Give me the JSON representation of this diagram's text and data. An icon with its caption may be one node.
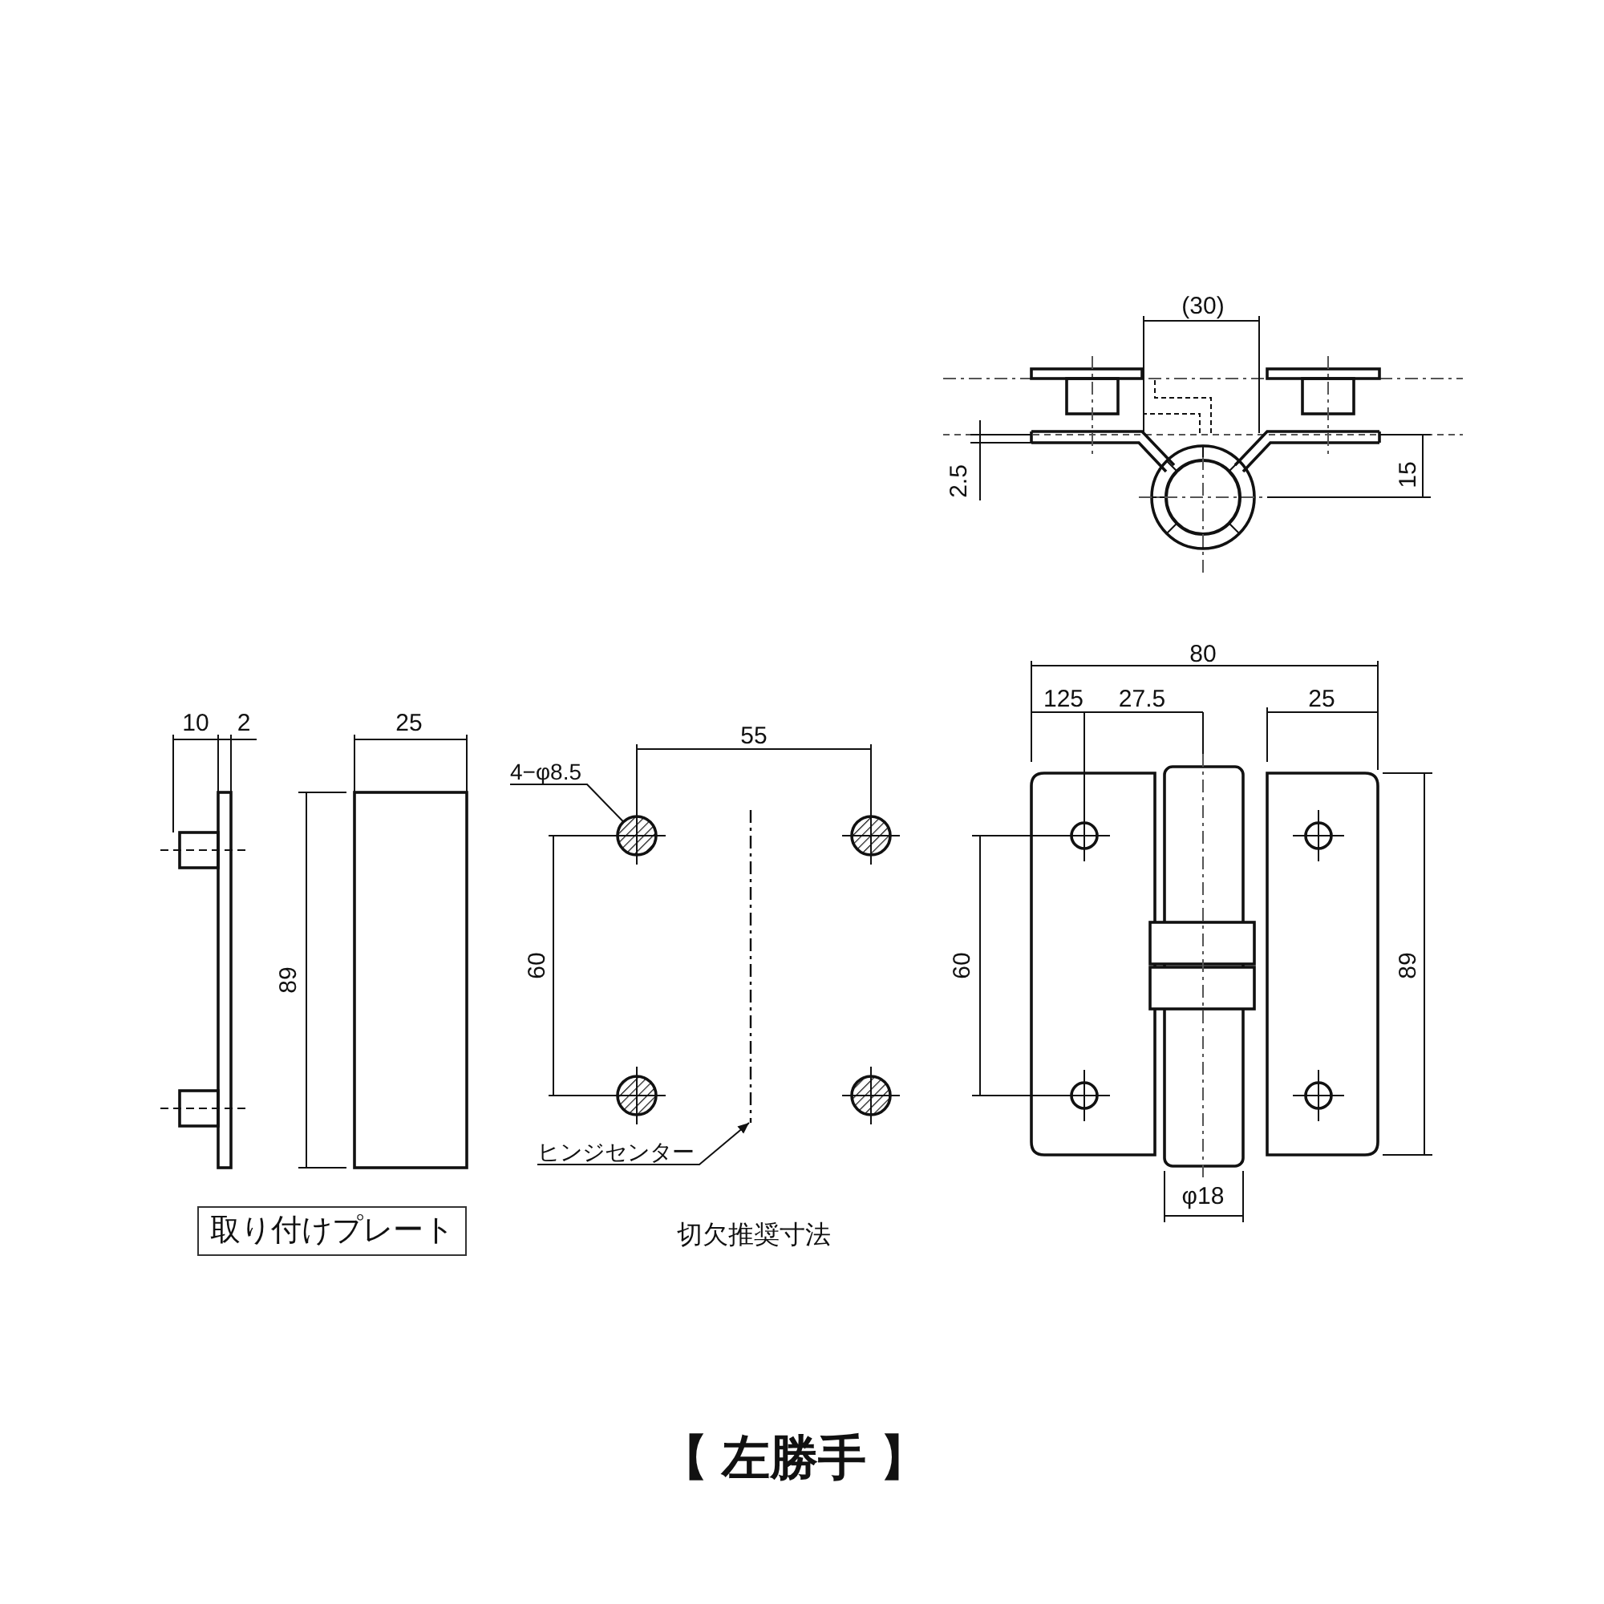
{
  "diagram": {
    "title": "【 左勝手 】",
    "nodes": [
      {
        "text": [
          "取り付けプレート"
        ]
      },
      {
        "text": [
          "4−φ8.5"
        ]
      },
      {
        "text": [],
        "shape": "circle"
      },
      {
        "text": [
          "ヒンジセンター"
        ]
      },
      {
        "text": [],
        "shape": "line"
      }
    ],
    "edges": [
      {
        "from": 1,
        "to": 2,
        "arrow": "none"
      },
      {
        "from": 3,
        "to": 4,
        "arrow": "to"
      }
    ],
    "labels": [
      "(30)",
      "2.5",
      "15",
      "80",
      "125",
      "27.5",
      "25",
      "10",
      "2",
      "25",
      "55",
      "89",
      "60",
      "60",
      "89",
      "φ18",
      "切欠推奨寸法"
    ]
  }
}
